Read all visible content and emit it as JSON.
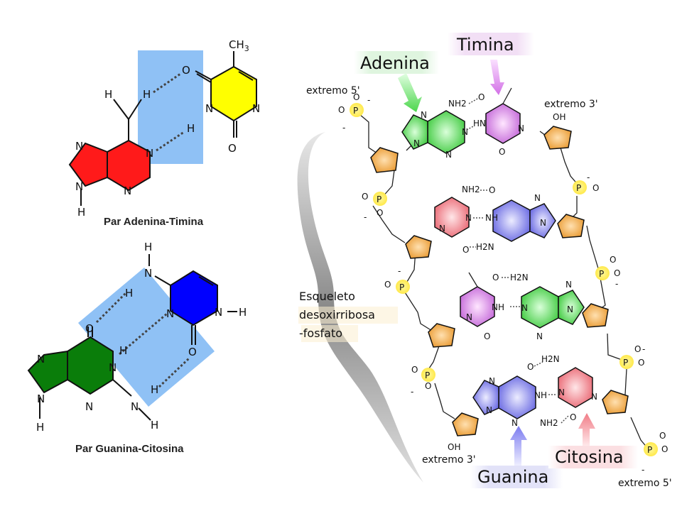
{
  "colors": {
    "adenine": "#ff1a1a",
    "thymine": "#ffff00",
    "guanine": "#0a7d0a",
    "cytosine": "#0000ff",
    "hbond_box": "#8fc1f5",
    "phosphate": "#ffef55",
    "sugar": "#f5a542",
    "adenine_right": "#66e066",
    "thymine_right": "#d98ee6",
    "guanine_right": "#8c8cf0",
    "cytosine_right": "#f0878f"
  },
  "left": {
    "at_pair": {
      "caption": "Par Adenina-Timina",
      "atoms": {
        "ch3": "CH",
        "ch3_sub": "3",
        "o_top": "O",
        "n_t1": "N",
        "n_t2": "N",
        "h_t": "H",
        "o_bottom": "O",
        "h_methyl": "H",
        "h_hb": "H",
        "n_a_top": "N",
        "n_a_left": "N",
        "n_a_mid": "N",
        "n_a_bottom": "N",
        "h_a": "H"
      }
    },
    "gc_pair": {
      "caption": "Par Guanina-Citosina",
      "atoms": {
        "h_top": "H",
        "n_c_top": "N",
        "h_c1": "H",
        "n_c_ring": "N",
        "n_c_right": "N",
        "h_c_right": "H",
        "o_c": "O",
        "o_g": "O",
        "h_g1": "H",
        "n_g_right": "N",
        "h_g2": "H",
        "n_g_top": "N",
        "n_g_left": "N",
        "n_g_bottom": "N",
        "n_g_amine": "N",
        "h_g3": "H",
        "h_g4": "H",
        "h_g5": "H"
      }
    }
  },
  "right": {
    "labels": {
      "adenina": "Adenina",
      "timina": "Timina",
      "guanina": "Guanina",
      "citosina": "Citosina",
      "backbone_line1": "Esqueleto",
      "backbone_line2": "desoxirribosa",
      "backbone_line3": "-fosfato",
      "end_5_top": "extremo 5'",
      "end_3_top": "extremo 3'",
      "end_3_bottom": "extremo 3'",
      "end_5_bottom": "extremo 5'"
    },
    "atoms": {
      "p": "P",
      "o": "O",
      "oh": "OH",
      "nh2": "NH2",
      "h2n": "H2N",
      "hn": "HN",
      "nh": "NH",
      "n": "N",
      "minus": "-"
    }
  }
}
